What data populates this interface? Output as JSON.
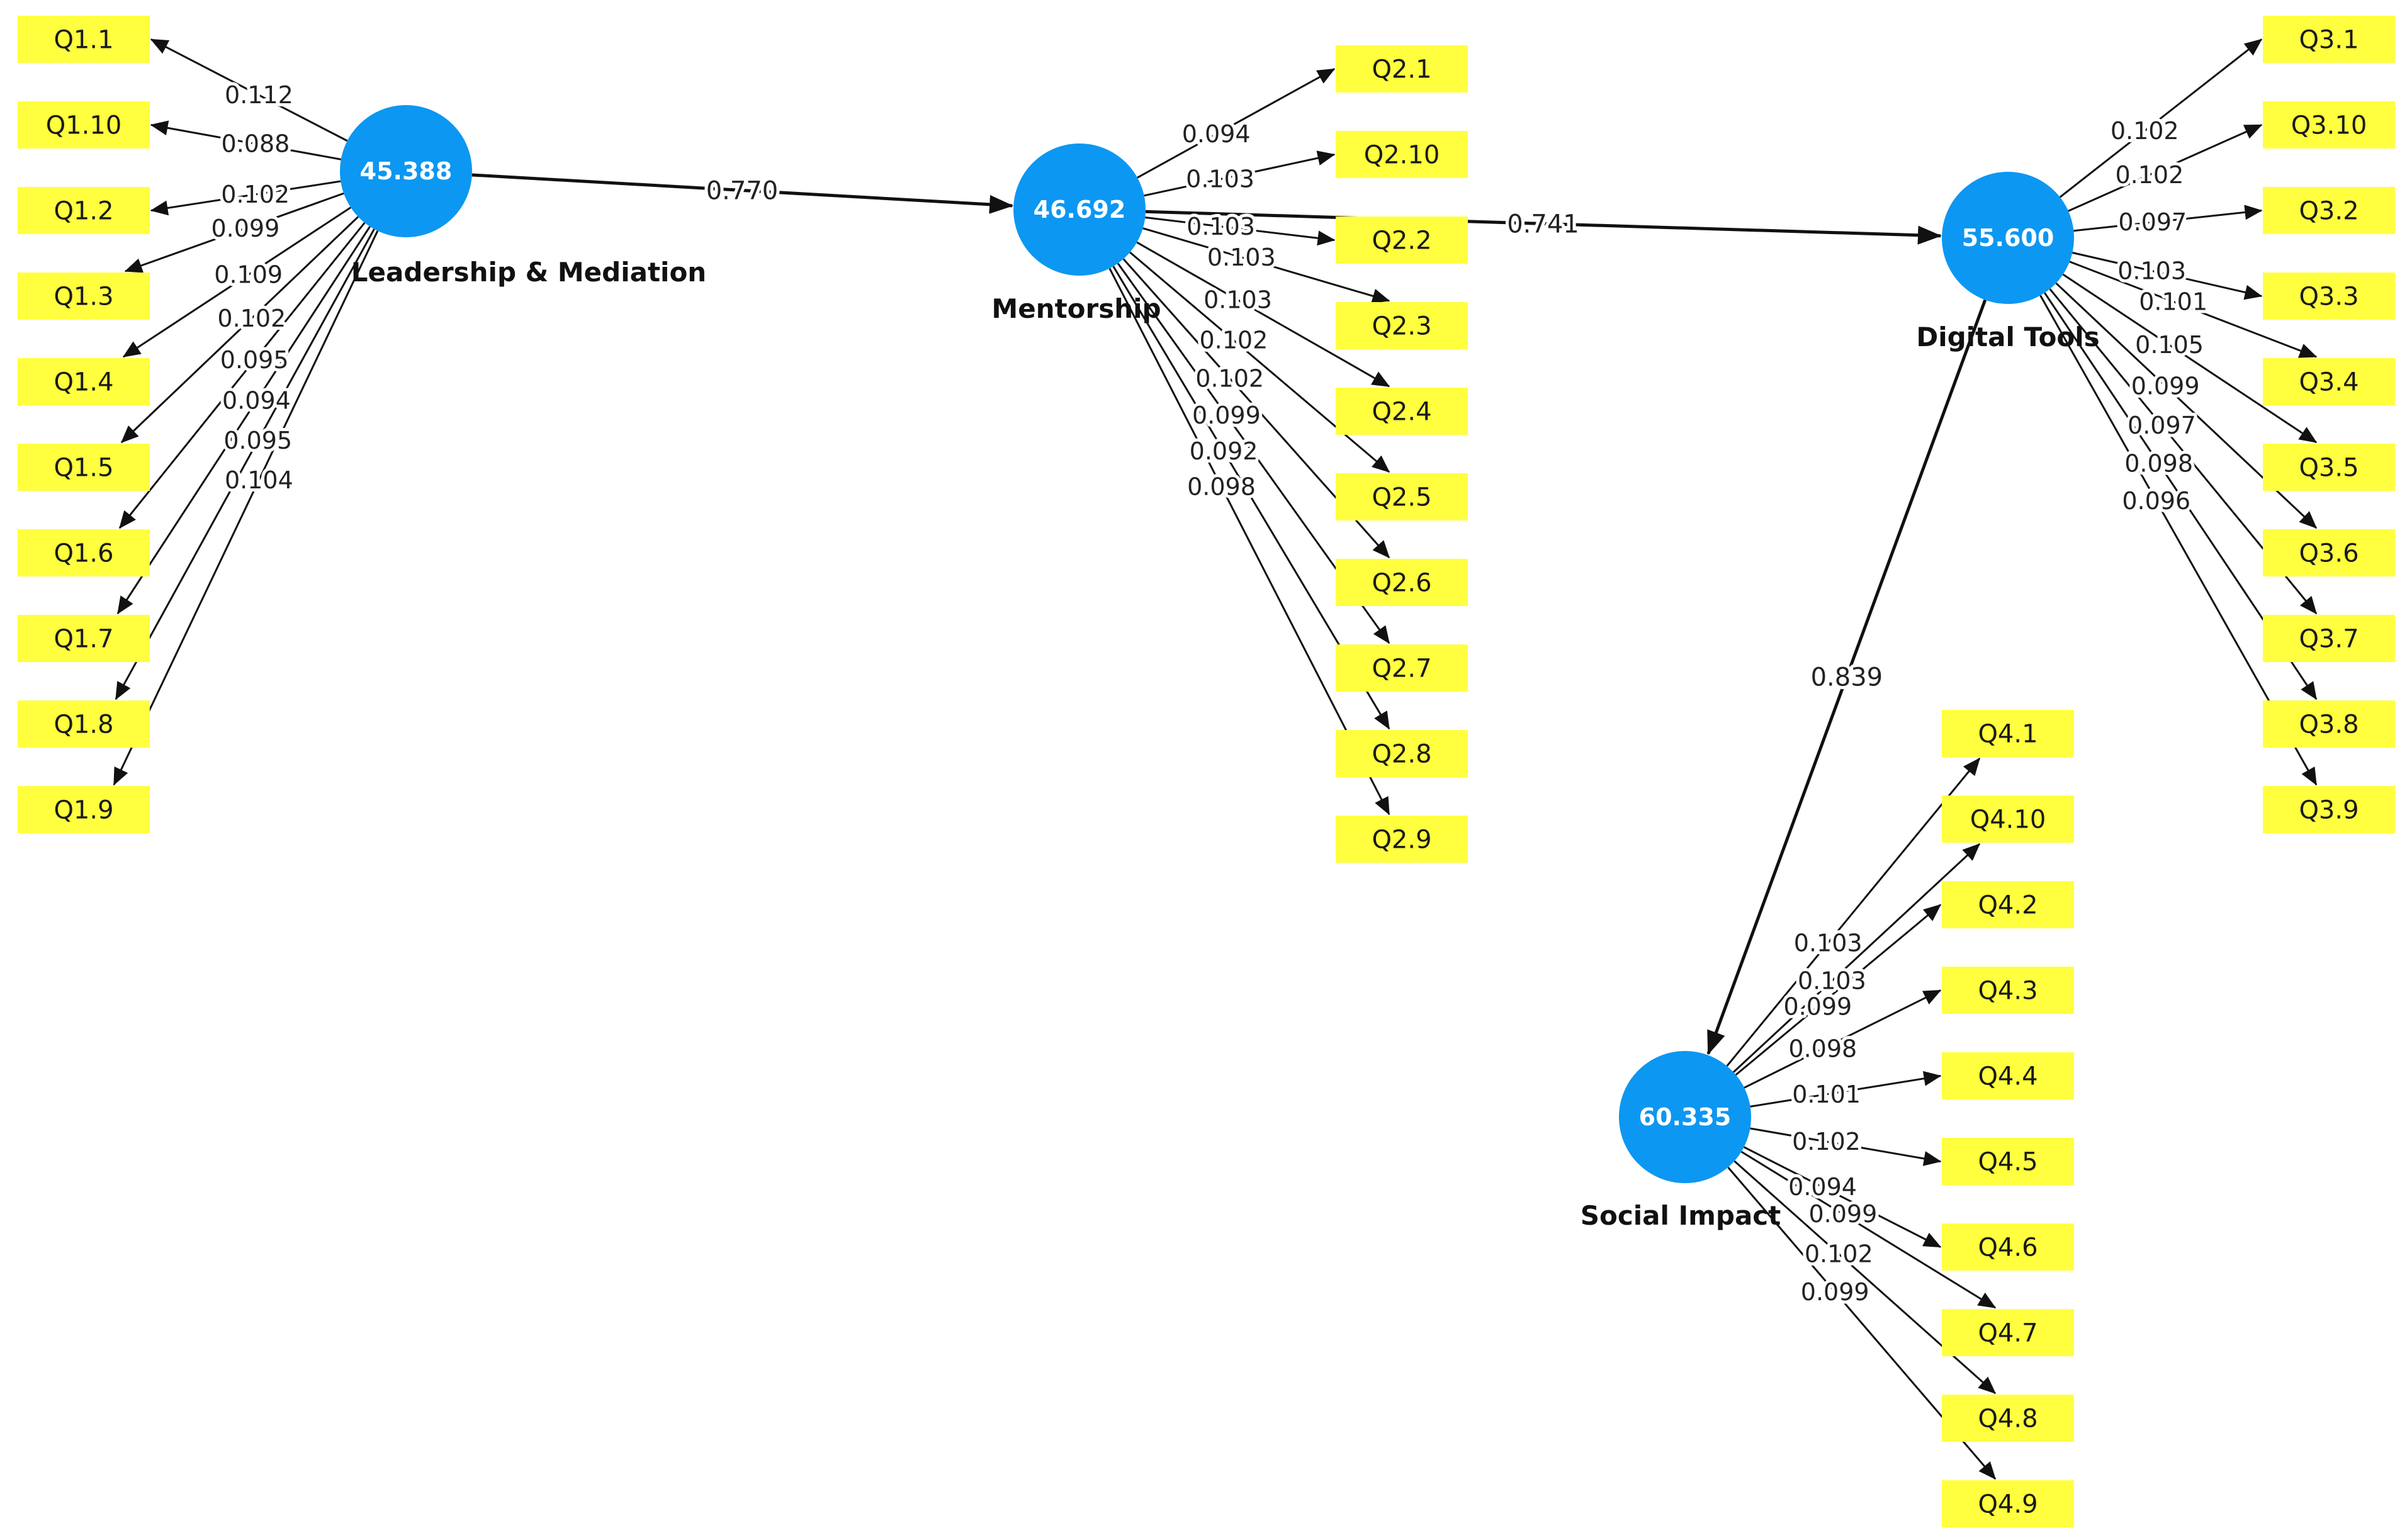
{
  "constructs": {
    "leadership": {
      "label": "Leadership & Mediation",
      "value": "45.388"
    },
    "mentorship": {
      "label": "Mentorship",
      "value": "46.692"
    },
    "digital": {
      "label": "Digital Tools",
      "value": "55.600"
    },
    "social": {
      "label": "Social Impact",
      "value": "60.335"
    }
  },
  "indicators": {
    "leadership": [
      {
        "name": "Q1.1",
        "weight": "0.112"
      },
      {
        "name": "Q1.10",
        "weight": "0.088"
      },
      {
        "name": "Q1.2",
        "weight": "0.102"
      },
      {
        "name": "Q1.3",
        "weight": "0.099"
      },
      {
        "name": "Q1.4",
        "weight": "0.109"
      },
      {
        "name": "Q1.5",
        "weight": "0.102"
      },
      {
        "name": "Q1.6",
        "weight": "0.095"
      },
      {
        "name": "Q1.7",
        "weight": "0.094"
      },
      {
        "name": "Q1.8",
        "weight": "0.095"
      },
      {
        "name": "Q1.9",
        "weight": "0.104"
      }
    ],
    "mentorship": [
      {
        "name": "Q2.1",
        "weight": "0.094"
      },
      {
        "name": "Q2.10",
        "weight": "0.103"
      },
      {
        "name": "Q2.2",
        "weight": "0.103"
      },
      {
        "name": "Q2.3",
        "weight": "0.103"
      },
      {
        "name": "Q2.4",
        "weight": "0.103"
      },
      {
        "name": "Q2.5",
        "weight": "0.102"
      },
      {
        "name": "Q2.6",
        "weight": "0.102"
      },
      {
        "name": "Q2.7",
        "weight": "0.099"
      },
      {
        "name": "Q2.8",
        "weight": "0.092"
      },
      {
        "name": "Q2.9",
        "weight": "0.098"
      }
    ],
    "digital": [
      {
        "name": "Q3.1",
        "weight": "0.102"
      },
      {
        "name": "Q3.10",
        "weight": "0.102"
      },
      {
        "name": "Q3.2",
        "weight": "0.097"
      },
      {
        "name": "Q3.3",
        "weight": "0.103"
      },
      {
        "name": "Q3.4",
        "weight": "0.101"
      },
      {
        "name": "Q3.5",
        "weight": "0.105"
      },
      {
        "name": "Q3.6",
        "weight": "0.099"
      },
      {
        "name": "Q3.7",
        "weight": "0.097"
      },
      {
        "name": "Q3.8",
        "weight": "0.098"
      },
      {
        "name": "Q3.9",
        "weight": "0.096"
      }
    ],
    "social": [
      {
        "name": "Q4.1",
        "weight": "0.103"
      },
      {
        "name": "Q4.10",
        "weight": "0.103"
      },
      {
        "name": "Q4.2",
        "weight": "0.099"
      },
      {
        "name": "Q4.3",
        "weight": "0.098"
      },
      {
        "name": "Q4.4",
        "weight": "0.101"
      },
      {
        "name": "Q4.5",
        "weight": "0.102"
      },
      {
        "name": "Q4.6",
        "weight": "0.094"
      },
      {
        "name": "Q4.7",
        "weight": "0.099"
      },
      {
        "name": "Q4.8",
        "weight": "0.102"
      },
      {
        "name": "Q4.9",
        "weight": "0.099"
      }
    ]
  },
  "paths": [
    {
      "from": "leadership",
      "to": "mentorship",
      "coefficient": "0.770"
    },
    {
      "from": "mentorship",
      "to": "digital",
      "coefficient": "0.741"
    },
    {
      "from": "digital",
      "to": "social",
      "coefficient": "0.839"
    }
  ],
  "colors": {
    "construct_fill": "#0c97f2",
    "indicator_fill": "#ffff3f",
    "line": "#111111"
  }
}
